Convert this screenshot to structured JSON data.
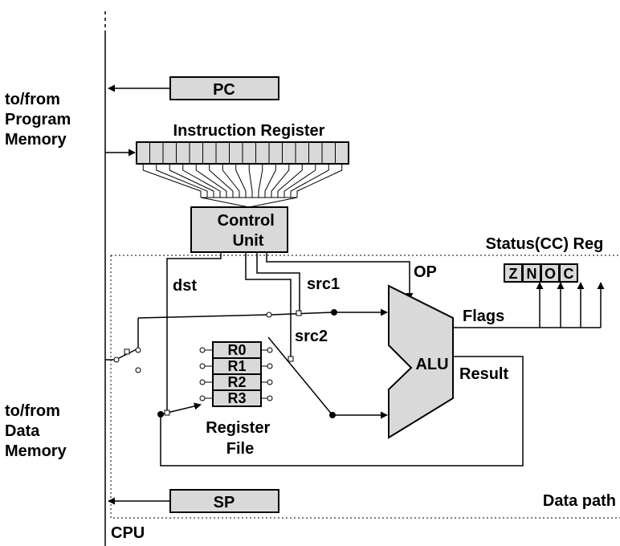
{
  "labels": {
    "prog_mem": [
      "to/from",
      "Program",
      "Memory"
    ],
    "data_mem": [
      "to/from",
      "Data",
      "Memory"
    ],
    "pc": "PC",
    "sp": "SP",
    "instr_reg": "Instruction Register",
    "control_unit": [
      "Control",
      "Unit"
    ],
    "status_reg": "Status(CC) Reg",
    "flags": [
      "Z",
      "N",
      "O",
      "C"
    ],
    "op": "OP",
    "dst": "dst",
    "src1": "src1",
    "src2": "src2",
    "flags_label": "Flags",
    "alu": "ALU",
    "result": "Result",
    "registers": [
      "R0",
      "R1",
      "R2",
      "R3"
    ],
    "register_file": [
      "Register",
      "File"
    ],
    "data_path": "Data path",
    "cpu": "CPU"
  },
  "colors": {
    "fill": "#d9d9d9",
    "line": "#000000"
  }
}
